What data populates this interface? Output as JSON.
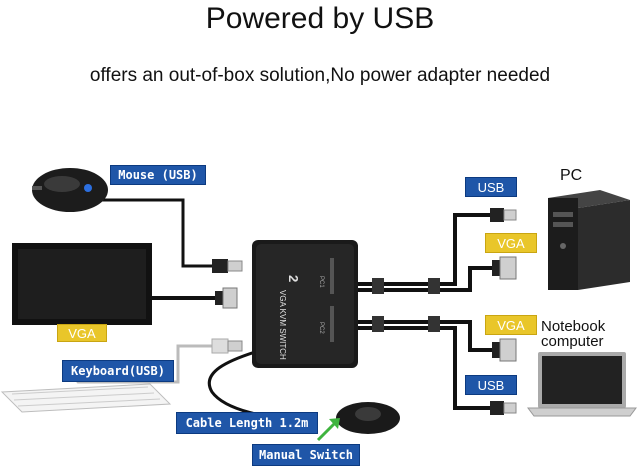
{
  "heading": {
    "title": "Powered by USB",
    "subtitle": "offers an out-of-box solution,No power adapter needed"
  },
  "labels": {
    "mouse": "Mouse (USB)",
    "keyboard": "Keyboard(USB)",
    "vga_monitor": "VGA",
    "usb_pc": "USB",
    "vga_pc": "VGA",
    "vga_notebook": "VGA",
    "usb_notebook": "USB",
    "cable_length": "Cable Length 1.2m",
    "manual_switch": "Manual Switch"
  },
  "devices": {
    "pc": "PC",
    "notebook_line1": "Notebook",
    "notebook_line2": "computer"
  },
  "switch_box": {
    "brand_number": "2",
    "brand_text": "VGA KVM SWITCH",
    "port1": "PC1",
    "port2": "PC2"
  },
  "colors": {
    "tag_blue": "#1f56a8",
    "tag_yellow": "#e9c62a",
    "arrow_green": "#3fb43f"
  }
}
